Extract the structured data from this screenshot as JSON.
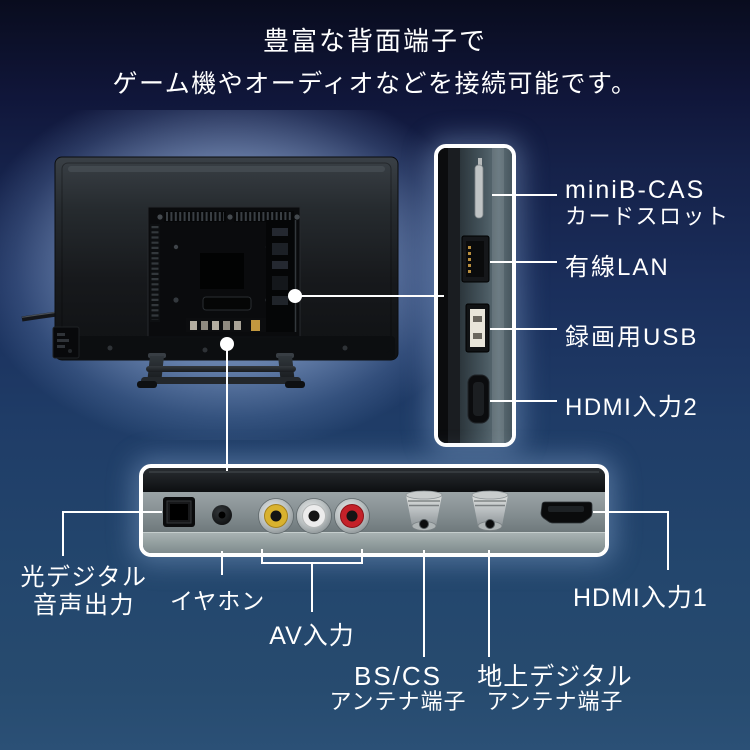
{
  "header": {
    "line1": "豊富な背面端子で",
    "line2": "ゲーム機やオーディオなどを接続可能です。"
  },
  "side_panel": {
    "callouts": [
      {
        "id": "minib_cas",
        "line1": "miniB-CAS",
        "line2": "カードスロット"
      },
      {
        "id": "lan",
        "line1": "有線LAN",
        "line2": ""
      },
      {
        "id": "usb",
        "line1": "録画用USB",
        "line2": ""
      },
      {
        "id": "hdmi2",
        "line1": "HDMI入力2",
        "line2": ""
      }
    ]
  },
  "bottom_panel": {
    "callouts": [
      {
        "id": "optical",
        "line1": "光デジタル",
        "line2": "音声出力"
      },
      {
        "id": "earphone",
        "line1": "イヤホン",
        "line2": ""
      },
      {
        "id": "av",
        "line1": "AV入力",
        "line2": ""
      },
      {
        "id": "hdmi1",
        "line1": "HDMI入力1",
        "line2": ""
      },
      {
        "id": "bs_cs",
        "line1": "BS/CS",
        "line2": "アンテナ端子"
      },
      {
        "id": "terrestrial",
        "line1": "地上デジタル",
        "line2": "アンテナ端子"
      }
    ]
  },
  "icons": {
    "tv_rear": "tv-rear-view",
    "ports_side": [
      "minib-cas-slot",
      "lan-port",
      "usb-port",
      "hdmi-port"
    ],
    "ports_bottom": [
      "optical-audio-port",
      "earphone-jack",
      "rca-yellow",
      "rca-white",
      "rca-red",
      "coax-antenna-1",
      "coax-antenna-2",
      "hdmi-port"
    ]
  },
  "colors": {
    "background_top": "#090c1e",
    "background_bottom": "#2b5076",
    "text": "#ffffff",
    "callout_line": "#ffffff",
    "panel_border": "#ffffff",
    "rca_yellow": "#d9b22e",
    "rca_white": "#ececec",
    "rca_red": "#c42129",
    "glow": "#cde0fc"
  }
}
